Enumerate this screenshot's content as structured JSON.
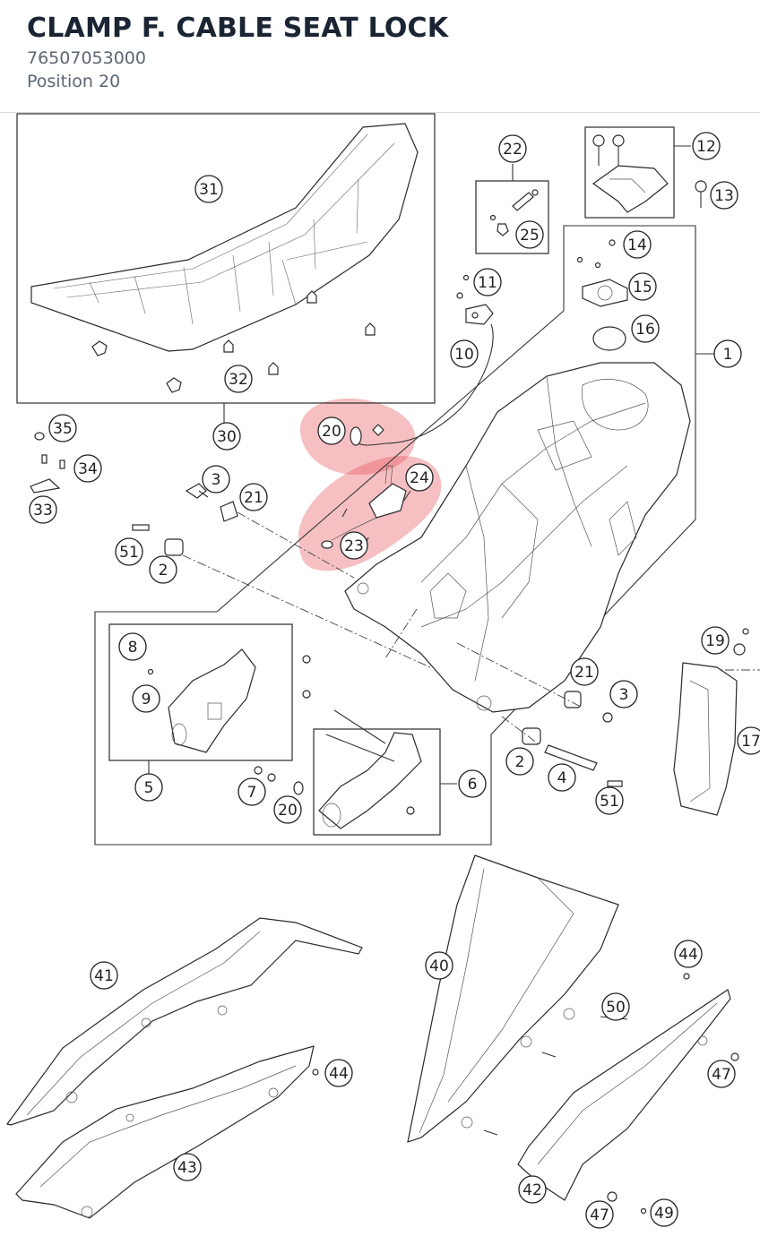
{
  "header": {
    "title": "CLAMP F. CABLE SEAT LOCK",
    "part_number": "76507053000",
    "position": "Position 20"
  },
  "diagram": {
    "highlight_color": "#e5414a",
    "callouts": [
      "31",
      "32",
      "30",
      "35",
      "34",
      "33",
      "22",
      "25",
      "12",
      "13",
      "14",
      "15",
      "16",
      "1",
      "11",
      "10",
      "20",
      "24",
      "23",
      "3",
      "21",
      "51",
      "2",
      "8",
      "9",
      "5",
      "7",
      "20",
      "6",
      "21",
      "3",
      "2",
      "4",
      "51",
      "19",
      "17",
      "41",
      "43",
      "44",
      "40",
      "50",
      "44",
      "47",
      "42",
      "47",
      "49"
    ]
  }
}
